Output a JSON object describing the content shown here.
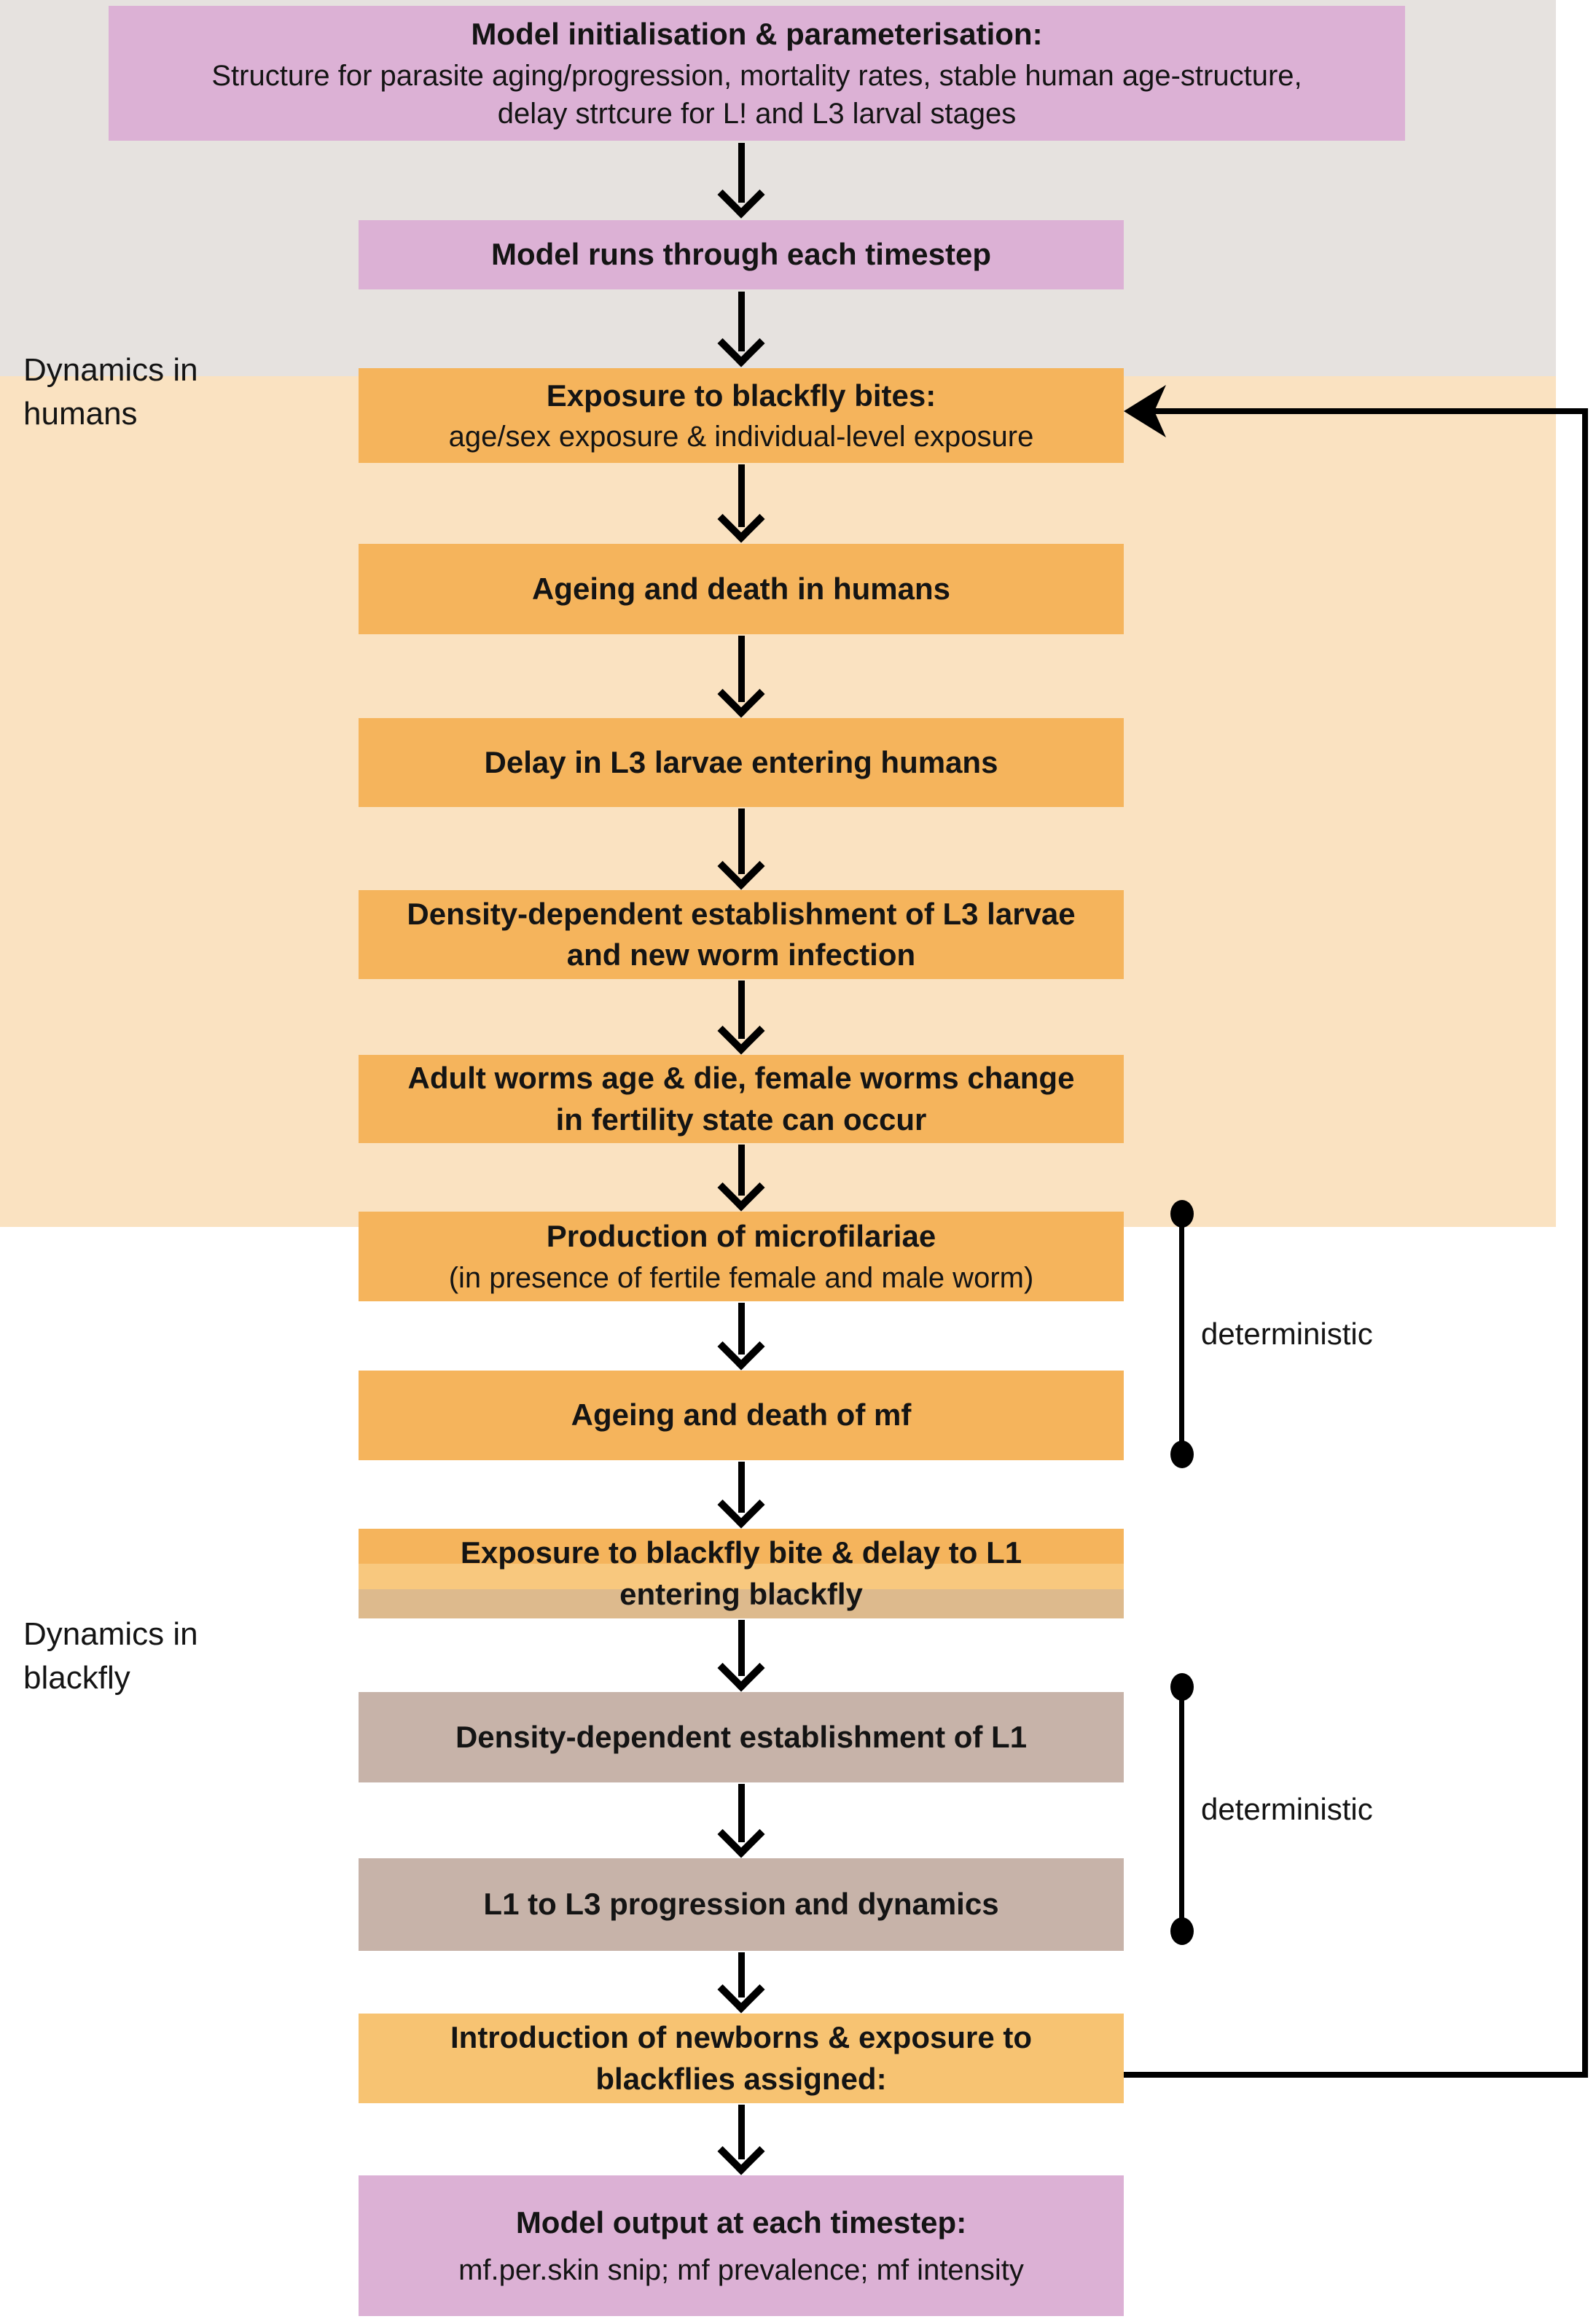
{
  "colors": {
    "c-pink": "#DCB1D5",
    "c-orange-box": "#F5B45C",
    "c-humans-bg": "#FAE2C1",
    "c-gray-bg": "#E6E2DF",
    "c-tan-box": "#C7B3A9",
    "c-newborns-box": "#F7C372",
    "c-straddle-top": "#F5B45C",
    "c-straddle-mid": "#F8C87E",
    "c-straddle-bot": "#DDBA8D",
    "c-text": "#141414",
    "c-line": "#000000"
  },
  "sections": {
    "humans": {
      "label": "Dynamics in\nhumans"
    },
    "blackfly": {
      "label": "Dynamics in\nblackfly"
    }
  },
  "boxes": {
    "init": {
      "title": "Model initialisation & parameterisation:",
      "body": "Structure for parasite aging/progression, mortality rates, stable human age-structure,\ndelay strtcure for L! and L3 larval stages"
    },
    "runs": {
      "label": "Model runs through each timestep"
    },
    "exposure": {
      "title": "Exposure to blackfly bites:",
      "body": "age/sex exposure & individual-level exposure"
    },
    "ageing_humans": {
      "label": "Ageing and death in humans"
    },
    "delay_l3": {
      "label": "Delay in L3 larvae entering humans"
    },
    "dd_l3": {
      "label": "Density-dependent establishment of L3 larvae\nand new worm infection"
    },
    "adult_worms": {
      "label": "Adult worms age & die, female worms change\nin fertility state can occur"
    },
    "production_mf": {
      "title": "Production of microfilariae",
      "body": "(in presence of fertile female and male worm)"
    },
    "ageing_mf": {
      "label": "Ageing and death of mf"
    },
    "exposure_l1": {
      "label": "Exposure to blackfly bite & delay to L1\nentering blackfly"
    },
    "dd_l1": {
      "label": "Density-dependent establishment of L1"
    },
    "l1_l3": {
      "label": "L1 to L3 progression and dynamics"
    },
    "newborns": {
      "label": "Introduction of newborns & exposure to\nblackflies assigned:"
    },
    "output": {
      "title": "Model output at each timestep:",
      "body": "mf.per.skin snip; mf prevalence; mf intensity"
    }
  },
  "annotations": {
    "deterministic_1": "deterministic",
    "deterministic_2": "deterministic"
  }
}
